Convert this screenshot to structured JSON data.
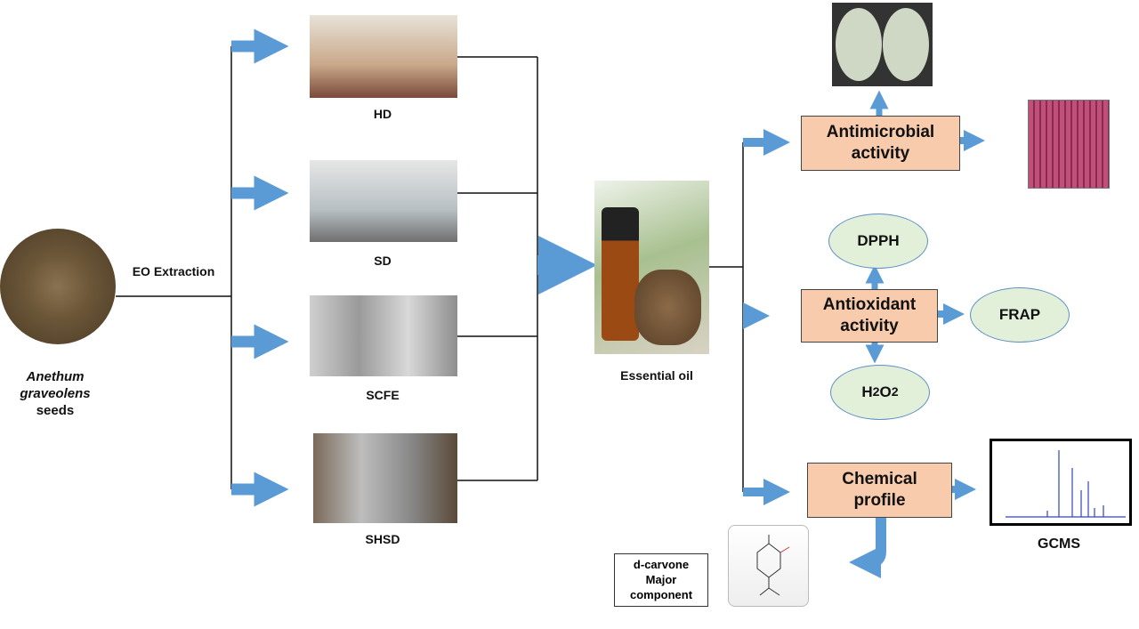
{
  "source": {
    "species": "Anethum",
    "species2": "graveolens",
    "part": "seeds"
  },
  "extraction_label": "EO Extraction",
  "methods": [
    {
      "label": "HD"
    },
    {
      "label": "SD"
    },
    {
      "label": "SCFE"
    },
    {
      "label": "SHSD"
    }
  ],
  "product": {
    "label": "Essential oil"
  },
  "assays": {
    "antimicrobial": {
      "line1": "Antimicrobial",
      "line2": "activity"
    },
    "antioxidant": {
      "line1": "Antioxidant",
      "line2": "activity",
      "tests": [
        "DPPH",
        "FRAP",
        "H2O2"
      ]
    },
    "chemical": {
      "line1": "Chemical",
      "line2": "profile",
      "method": "GCMS"
    }
  },
  "major_component": {
    "line1": "d-carvone",
    "line2": "Major",
    "line3": "component"
  },
  "colors": {
    "arrow": "#5b9bd5",
    "box_fill": "#f8cbad",
    "ellipse_fill": "#e2efd9"
  }
}
